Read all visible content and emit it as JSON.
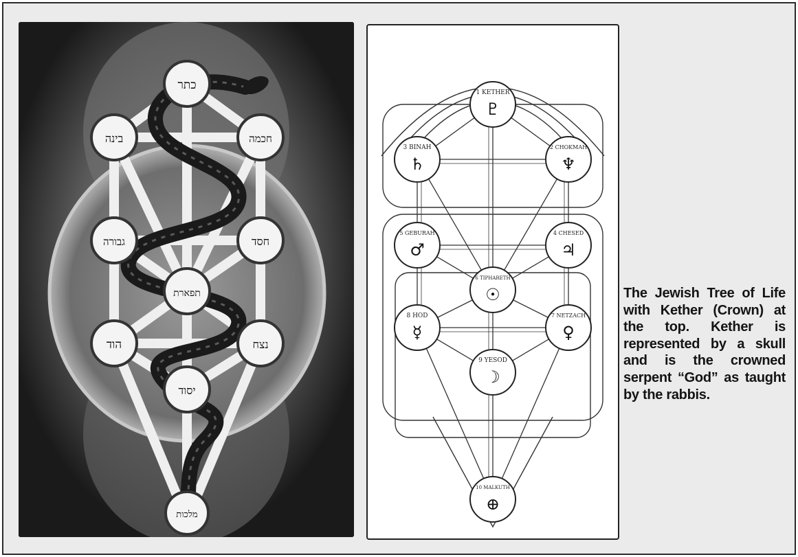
{
  "caption": {
    "text": "The Jewish Tree of Life with Kether (Crown) at the top. Kether is represented by a skull and is the crowned serpent “God” as taught by the rabbis."
  },
  "left_image": {
    "sephiroth": [
      "כתר",
      "בינה",
      "חכמה",
      "גבורה",
      "חסד",
      "תפארת",
      "הוד",
      "נצח",
      "יסוד",
      "מלכות"
    ]
  },
  "right_image": {
    "sephiroth": [
      {
        "label": "1 KETHER",
        "symbol": "♇"
      },
      {
        "label": "3 BINAH",
        "symbol": "♄"
      },
      {
        "label": "2 CHOKMAH",
        "symbol": "♆"
      },
      {
        "label": "5 GEBURAH",
        "symbol": "♂"
      },
      {
        "label": "4 CHESED",
        "symbol": "♃"
      },
      {
        "label": "6 TIPHARETH",
        "symbol": "☉"
      },
      {
        "label": "8 HOD",
        "symbol": "☿"
      },
      {
        "label": "7 NETZACH",
        "symbol": "♀"
      },
      {
        "label": "9 YESOD",
        "symbol": "☽"
      },
      {
        "label": "10 MALKUTH",
        "symbol": "⊕"
      }
    ]
  }
}
